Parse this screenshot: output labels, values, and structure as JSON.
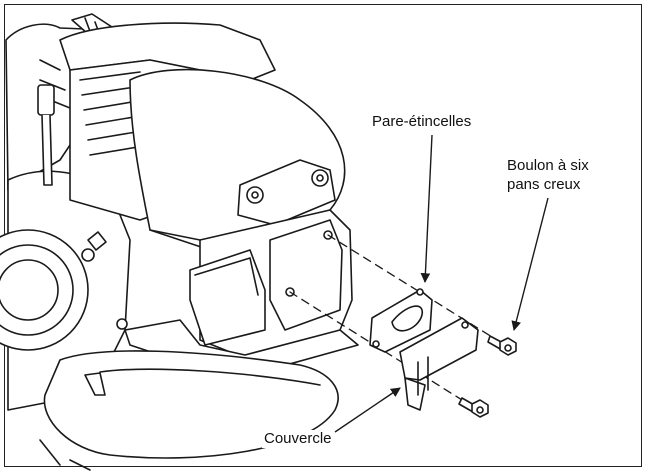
{
  "labels": {
    "spark_arrester": "Pare-étincelles",
    "bolt_line1": "Boulon à six",
    "bolt_line2": "pans creux",
    "cover": "Couvercle"
  },
  "colors": {
    "line": "#1a1a1a",
    "background": "#ffffff"
  }
}
